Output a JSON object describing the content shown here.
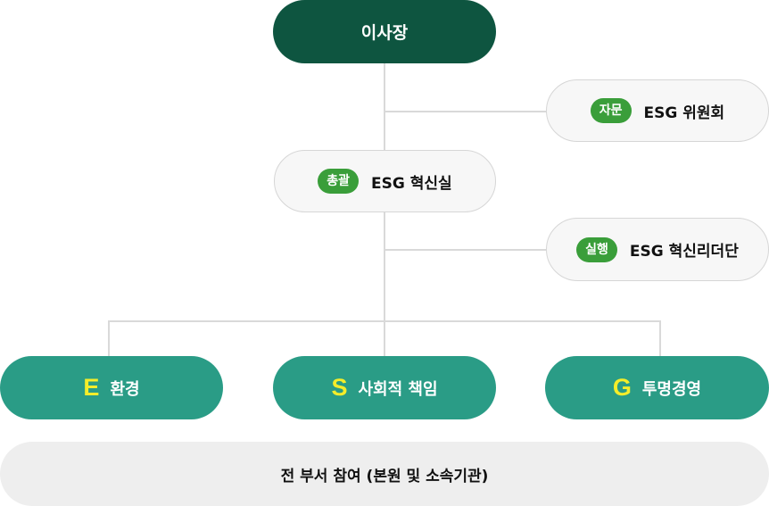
{
  "root": {
    "label": "이사장"
  },
  "advisory": {
    "badge": "자문",
    "label": "ESG 위원회"
  },
  "office": {
    "badge": "총괄",
    "label": "ESG 혁신실"
  },
  "execution": {
    "badge": "실행",
    "label": "ESG 혁신리더단"
  },
  "pillars": [
    {
      "letter": "E",
      "label": "환경"
    },
    {
      "letter": "S",
      "label": "사회적 책임"
    },
    {
      "letter": "G",
      "label": "투명경영"
    }
  ],
  "participation": {
    "label": "전 부서 참여 (본원 및 소속기관)"
  },
  "colors": {
    "dark_green": "#0e5540",
    "teal": "#2a9c86",
    "badge_green": "#3a9e3a",
    "letter_yellow": "#f4ed2a"
  }
}
